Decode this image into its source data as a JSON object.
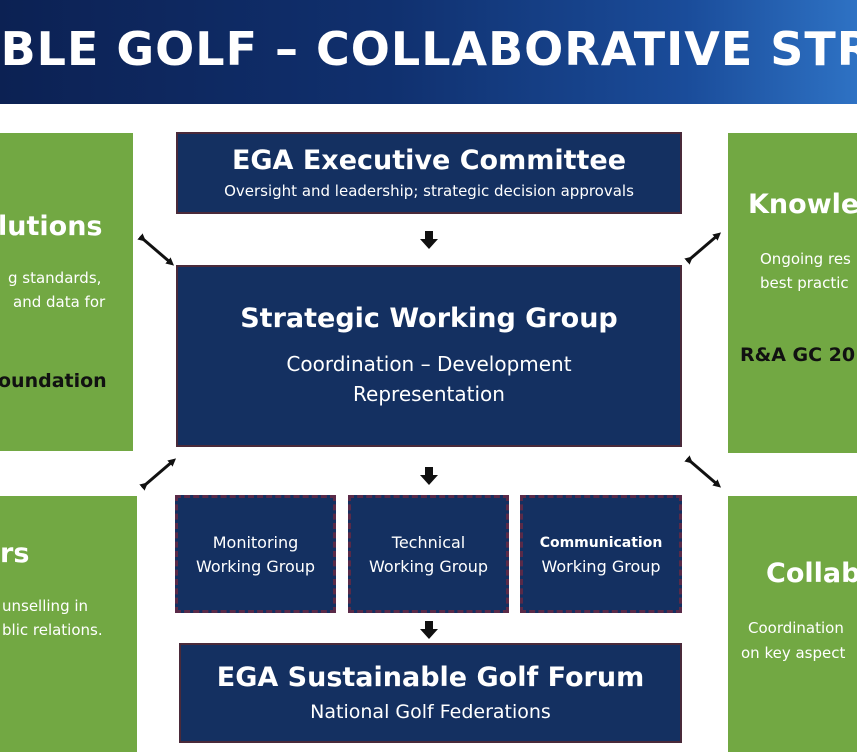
{
  "banner": {
    "title": "ABLE GOLF – COLLABORATIVE STR"
  },
  "left_top": {
    "heading": "lutions",
    "line1": "g standards,",
    "line2": "and data for",
    "bold": "oundation"
  },
  "left_bottom": {
    "heading": "rs",
    "line1": "unselling in",
    "line2": "blic relations."
  },
  "right_top": {
    "heading": "Knowle",
    "line1": "Ongoing res",
    "line2": "best practic",
    "bold": "R&A GC 20"
  },
  "right_bottom": {
    "heading": "Collab",
    "line1": "Coordination",
    "line2": "on key aspect"
  },
  "executive": {
    "title": "EGA Executive Committee",
    "subtitle": "Oversight and leadership; strategic decision approvals"
  },
  "strategic": {
    "title": "Strategic Working Group",
    "line1": "Coordination – Development",
    "line2": "Representation"
  },
  "working_groups": [
    {
      "line1": "Monitoring",
      "line2": "Working Group"
    },
    {
      "line1": "Technical",
      "line2": "Working Group"
    },
    {
      "line1": "Communication",
      "line2": "Working Group"
    }
  ],
  "forum": {
    "title": "EGA Sustainable Golf Forum",
    "subtitle": "National Golf Federations"
  },
  "colors": {
    "navy": "#143061",
    "green": "#72a843",
    "banner": "#10306e"
  }
}
